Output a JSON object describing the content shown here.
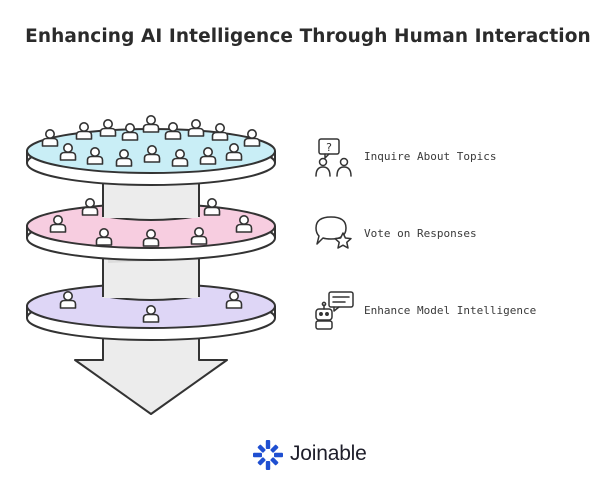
{
  "title": "Enhancing AI Intelligence Through Human Interaction",
  "steps": [
    {
      "label": "Inquire About Topics",
      "icon": "question-people-icon",
      "color": "#c9eef6"
    },
    {
      "label": "Vote on Responses",
      "icon": "speech-bubble-star-icon",
      "color": "#f7cde0"
    },
    {
      "label": "Enhance Model Intelligence",
      "icon": "robot-chat-icon",
      "color": "#ded6f6"
    }
  ],
  "brand": {
    "name": "Joinable",
    "color": "#1f4fd1"
  },
  "colors": {
    "stroke": "#333333",
    "arrow_fill": "#ececec"
  }
}
